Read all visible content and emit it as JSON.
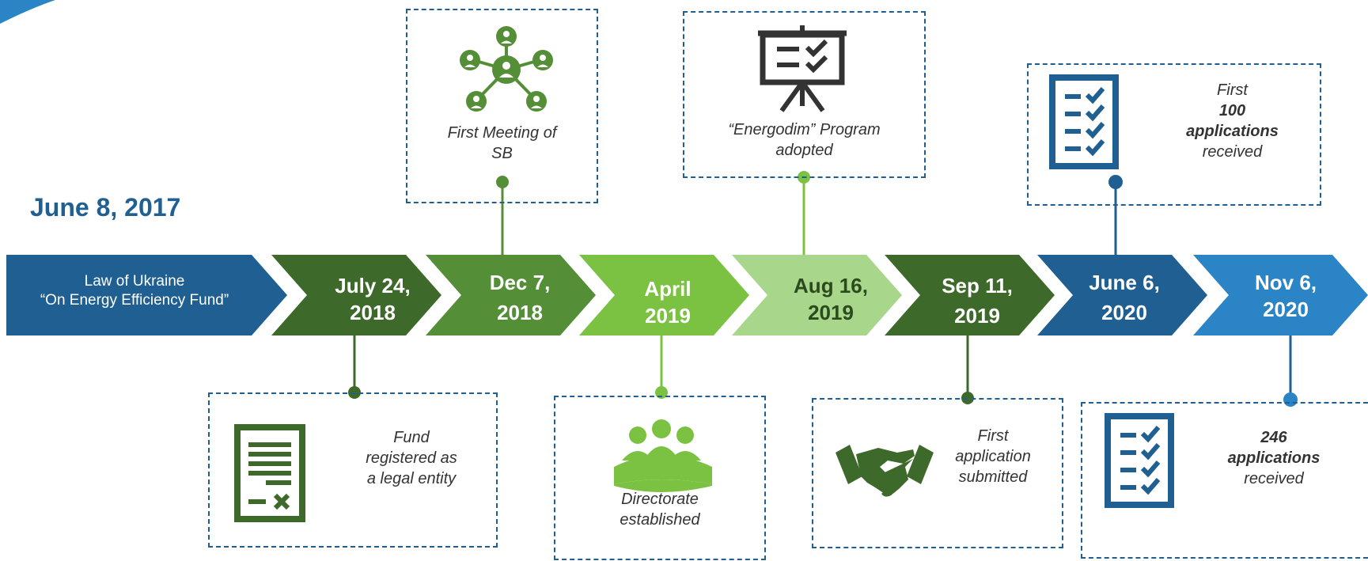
{
  "start_date": "June 8, 2017",
  "law": {
    "line1": "Law of Ukraine",
    "line2": "“On Energy Efficiency Fund”"
  },
  "milestones": [
    {
      "line1": "July 24,",
      "line2": "2018",
      "color": "#3d6a2a"
    },
    {
      "line1": "Dec 7,",
      "line2": "2018",
      "color": "#548e36"
    },
    {
      "line1": "April",
      "line2": "2019",
      "color": "#7cc242"
    },
    {
      "line1": "Aug 16,",
      "line2": "2019",
      "color": "#a8d68b"
    },
    {
      "line1": "Sep 11,",
      "line2": "2019",
      "color": "#3d6a2a"
    },
    {
      "line1": "June 6,",
      "line2": "2020",
      "color": "#1f5f92"
    },
    {
      "line1": "Nov 6,",
      "line2": "2020",
      "color": "#2a84c6"
    }
  ],
  "law_color": "#1f5f92",
  "events": {
    "first_meeting": {
      "line1": "First Meeting of",
      "line2": "SB",
      "icon": "network-people-icon"
    },
    "energodim": {
      "line1": "“Energodim” Program",
      "line2": "adopted",
      "icon": "presentation-board-icon"
    },
    "first_100": {
      "line1": "First",
      "bold1": "100",
      "bold2": "applications",
      "line2": "received",
      "icon": "checklist-icon"
    },
    "fund_registered": {
      "line1": "Fund",
      "line2": "registered as",
      "line3": "a legal entity",
      "icon": "certificate-document-icon"
    },
    "directorate": {
      "line1": "Directorate",
      "line2": "established",
      "icon": "meeting-people-icon"
    },
    "first_application": {
      "line1": "First",
      "line2": "application",
      "line3": "submitted",
      "icon": "handshake-icon"
    },
    "apps_246": {
      "bold1": "246",
      "bold2": "applications",
      "line1": "received",
      "icon": "checklist-icon"
    }
  }
}
